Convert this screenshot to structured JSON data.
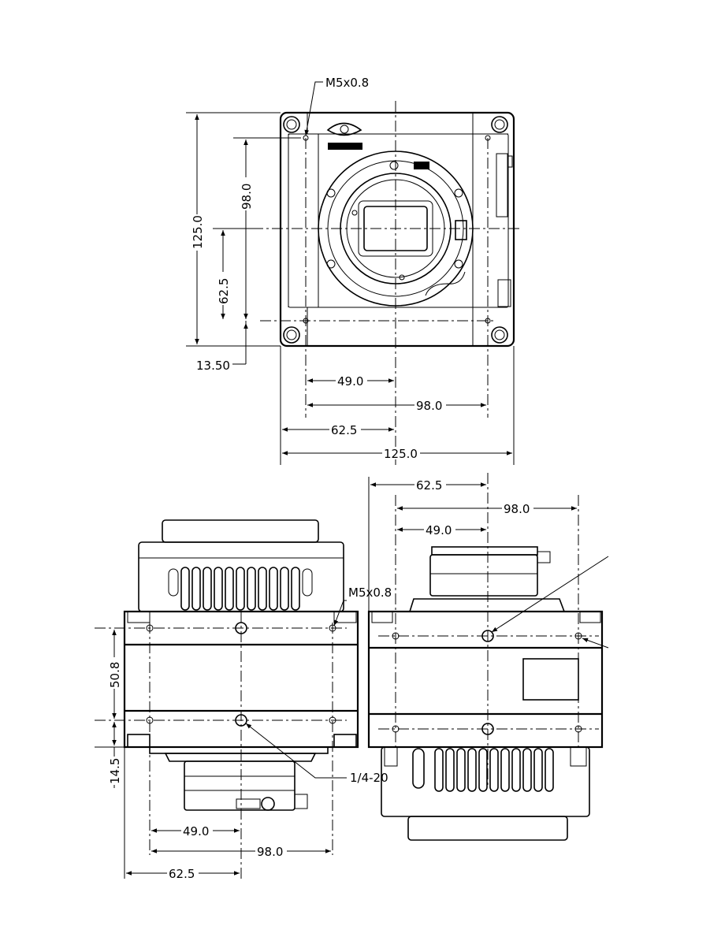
{
  "labels": {
    "thread_top": "M5x0.8",
    "v_125": "125.0",
    "v_98": "98.0",
    "v_62_5": "62.5",
    "v_13_50": "13.50",
    "h_49": "49.0",
    "h_98": "98.0",
    "h_62_5": "62.5",
    "h_125": "125.0",
    "right_62_5": "62.5",
    "right_98": "98.0",
    "right_49": "49.0",
    "thread_side": "M5x0.8",
    "v_50_8": "50.8",
    "v_14_5": "14.5",
    "tripod": "1/4-20",
    "bottom_49": "49.0",
    "bottom_98": "98.0",
    "bottom_62_5": "62.5"
  }
}
